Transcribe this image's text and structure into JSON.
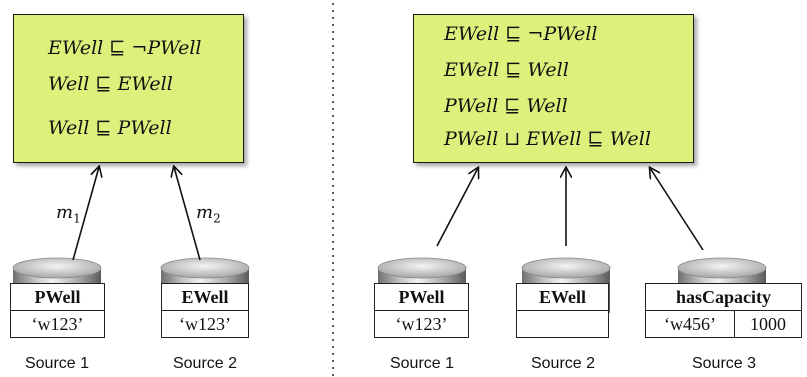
{
  "left_panel": {
    "axioms": [
      "EWell ⊑ ¬PWell",
      "Well ⊑ EWell",
      "Well ⊑ PWell"
    ],
    "mappings": [
      {
        "name": "m",
        "index": "1"
      },
      {
        "name": "m",
        "index": "2"
      }
    ],
    "sources": [
      {
        "label": "Source 1",
        "table": "PWell",
        "values": [
          "‘w123’"
        ]
      },
      {
        "label": "Source 2",
        "table": "EWell",
        "values": [
          "‘w123’"
        ]
      }
    ]
  },
  "right_panel": {
    "axioms": [
      "EWell ⊑ ¬PWell",
      "EWell ⊑ Well",
      "PWell ⊑ Well",
      "PWell ⊔ EWell ⊑ Well"
    ],
    "sources": [
      {
        "label": "Source 1",
        "table": "PWell",
        "values": [
          "‘w123’"
        ]
      },
      {
        "label": "Source 2",
        "table": "EWell",
        "values": [
          ""
        ]
      },
      {
        "label": "Source 3",
        "table": "hasCapacity",
        "values": [
          "‘w456’",
          "1000"
        ]
      }
    ]
  },
  "colors": {
    "ontology_box": "#dcf07c",
    "divider": "#333333"
  },
  "icons": [
    "database-cylinder-icon"
  ]
}
